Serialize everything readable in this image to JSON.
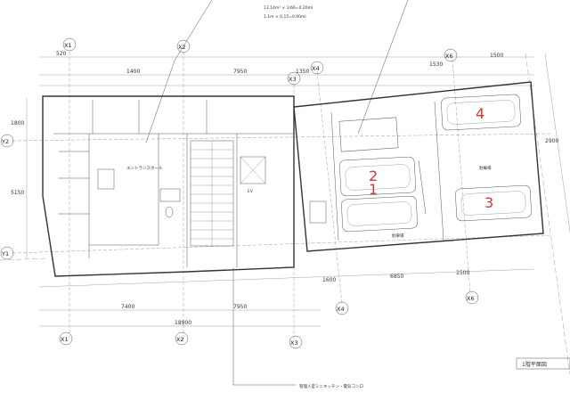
{
  "header": {
    "area_line_1": "13.14m² × 1/66=0.20ml",
    "area_line_2": "1.1m × 0.15=0.90ml"
  },
  "grid_labels": {
    "x1_top": "X1",
    "x2_top": "X2",
    "x3_top": "X3",
    "x4_top": "X4",
    "x6_top": "X6",
    "x1_bot": "X1",
    "x2_bot": "X2",
    "x3_bot": "X3",
    "x4_bot": "X4",
    "x6_bot": "X6",
    "y1": "Y1",
    "y2": "Y2"
  },
  "dimensions": {
    "top_a": "520",
    "top_b": "1400",
    "top_c": "7950",
    "top_d": "1350",
    "top_e": "1530",
    "top_f": "1500",
    "bot_a": "1600",
    "bot_b": "6850",
    "bot_c": "1500",
    "bot_d": "7400",
    "bot_e": "7950",
    "bot_total": "18900",
    "left_a": "1800",
    "left_b": "5150",
    "left_c": "2900"
  },
  "parking_numbers": [
    "1",
    "2",
    "3",
    "4"
  ],
  "room_labels": {
    "entrance": "エントランスホール",
    "elevator": "EV",
    "parking": "駐車場",
    "bicycle": "駐輪場"
  },
  "callout": "管理人室ミニキッチン・電気コンロ",
  "sheet_title": "1階平面図"
}
